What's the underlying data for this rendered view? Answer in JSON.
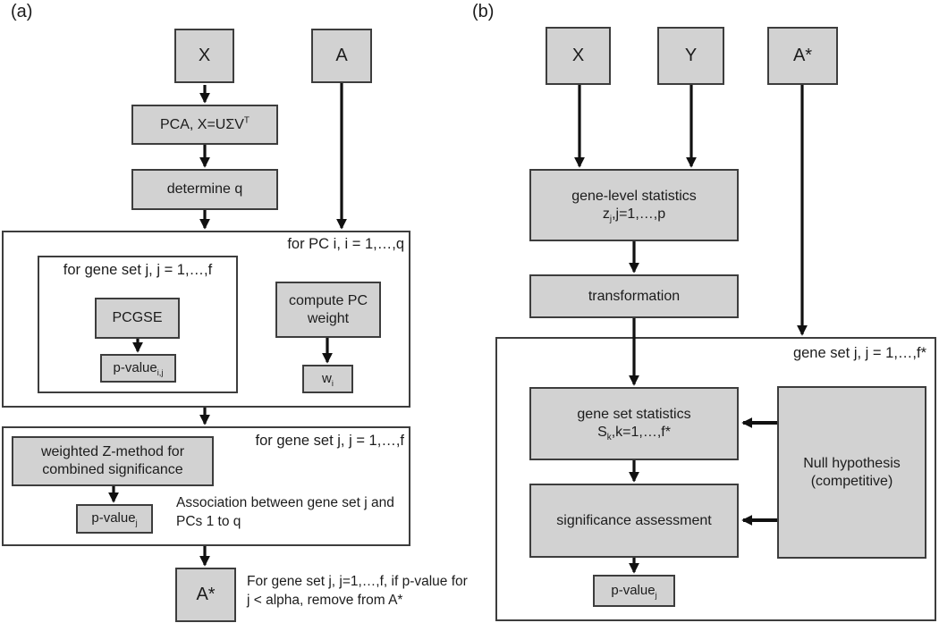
{
  "colors": {
    "background": "#ffffff",
    "box_fill": "#d2d2d2",
    "box_border": "#3d3d3d",
    "arrow": "#111111",
    "text": "#1c1c1c"
  },
  "panel_a": {
    "label": "(a)",
    "input_x": "X",
    "input_a": "A",
    "pca": {
      "base": "PCA, X=UΣV",
      "sup": "T"
    },
    "determine_q": "determine q",
    "pc_loop_caption": "for PC i, i = 1,…,q",
    "geneset_loop_caption": "for gene set j, j = 1,…,f",
    "pcgse": "PCGSE",
    "pvalue_ij": {
      "base": "p-value",
      "sub": "i,j"
    },
    "compute_pc_weight": {
      "line1": "compute PC",
      "line2": "weight"
    },
    "pc_weight": {
      "base": "w",
      "sub": "i"
    },
    "combine_loop_caption": "for gene set j, j = 1,…,f",
    "weighted_z": {
      "line1": "weighted Z-method for",
      "line2": "combined significance"
    },
    "pvalue_j": {
      "base": "p-value",
      "sub": "j"
    },
    "association_note": {
      "line1": "Association between gene set j and",
      "line2": "PCs 1 to q"
    },
    "output_astar": "A*",
    "filter_note": {
      "line1": "For gene set j, j=1,…,f, if p-value for",
      "line2": "j < alpha, remove from A*"
    }
  },
  "panel_b": {
    "label": "(b)",
    "input_x": "X",
    "input_y": "Y",
    "input_astar": "A*",
    "gene_level_stats": {
      "line1": "gene-level statistics",
      "sym": "z",
      "sym_sub": "j",
      "rest": ",j=1,…,p"
    },
    "transformation": "transformation",
    "geneset_loop_caption": "gene set j, j = 1,…,f*",
    "gene_set_stats": {
      "line1": "gene set statistics",
      "sym": "S",
      "sym_sub": "k",
      "rest": ",k=1,…,f*"
    },
    "significance": "significance assessment",
    "null_hypothesis": {
      "line1": "Null hypothesis",
      "line2": "(competitive)"
    },
    "pvalue_j": {
      "base": "p-value",
      "sub": "j"
    }
  }
}
